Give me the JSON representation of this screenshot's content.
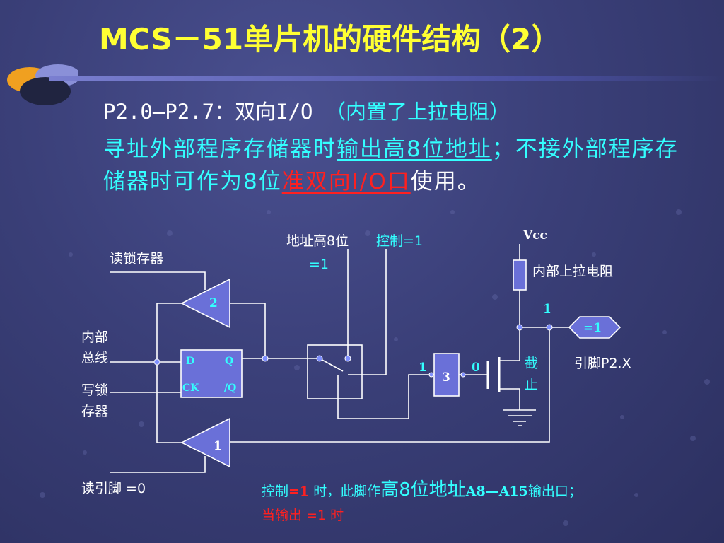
{
  "slide": {
    "title": "MCS－51单片机的硬件结构（2）",
    "subtitle_left": "P2.0—P2.7：双向I/O ",
    "subtitle_right": "（内置了上拉电阻）",
    "para_a": "寻址外部程序存储器时",
    "para_b": "输出高8位地址",
    "para_c": "；不接外部程序存储器时可作为8位",
    "para_d": "准双向I/O口",
    "para_e": "使用。"
  },
  "diagram": {
    "read_latch": "读锁存器",
    "internal_bus_1": "内部",
    "internal_bus_2": "总线",
    "write_latch_1": "写锁",
    "write_latch_2": "存器",
    "read_pin": "读引脚 =0",
    "addr_high": "地址高8位",
    "ctrl": "控制=1",
    "eq1_under": "=1",
    "vcc": "Vcc",
    "pullup": "内部上拉电阻",
    "one_top": "1",
    "pin_value": "=1",
    "pin_label": "引脚P2.X",
    "cutoff_1": "截",
    "cutoff_2": "止",
    "in_one": "1",
    "out_zero": "0",
    "buf2": "2",
    "buf1": "1",
    "inv3": "3",
    "ff_d": "D",
    "ff_q": "Q",
    "ff_ck": "CK",
    "ff_nq": "/Q"
  },
  "note": {
    "a": "控制",
    "b": "=1",
    "c": " 时，此脚作",
    "d": "高8位地址",
    "e": "A8—A15",
    "f": "输出口；",
    "g": "当输出 =1 时"
  }
}
